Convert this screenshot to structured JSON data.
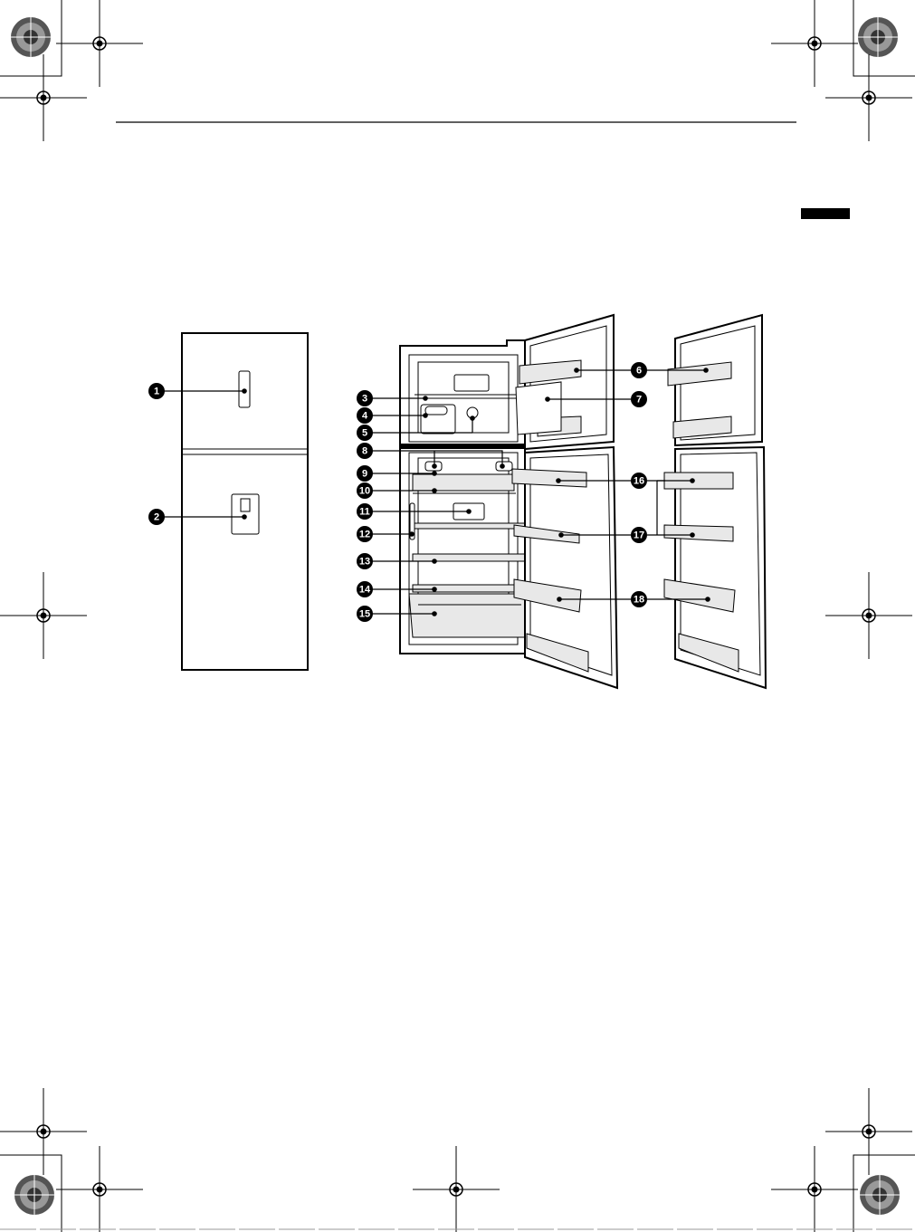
{
  "page": {
    "language_tab_color": "#000000",
    "callouts": [
      {
        "id": "1",
        "label": "1"
      },
      {
        "id": "2",
        "label": "2"
      },
      {
        "id": "3",
        "label": "3"
      },
      {
        "id": "4",
        "label": "4"
      },
      {
        "id": "5",
        "label": "5"
      },
      {
        "id": "6",
        "label": "6"
      },
      {
        "id": "7",
        "label": "7"
      },
      {
        "id": "8",
        "label": "8"
      },
      {
        "id": "9",
        "label": "9"
      },
      {
        "id": "10",
        "label": "10"
      },
      {
        "id": "11",
        "label": "11"
      },
      {
        "id": "12",
        "label": "12"
      },
      {
        "id": "13",
        "label": "13"
      },
      {
        "id": "14",
        "label": "14"
      },
      {
        "id": "15",
        "label": "15"
      },
      {
        "id": "16",
        "label": "16"
      },
      {
        "id": "17",
        "label": "17"
      },
      {
        "id": "18",
        "label": "18"
      }
    ]
  }
}
